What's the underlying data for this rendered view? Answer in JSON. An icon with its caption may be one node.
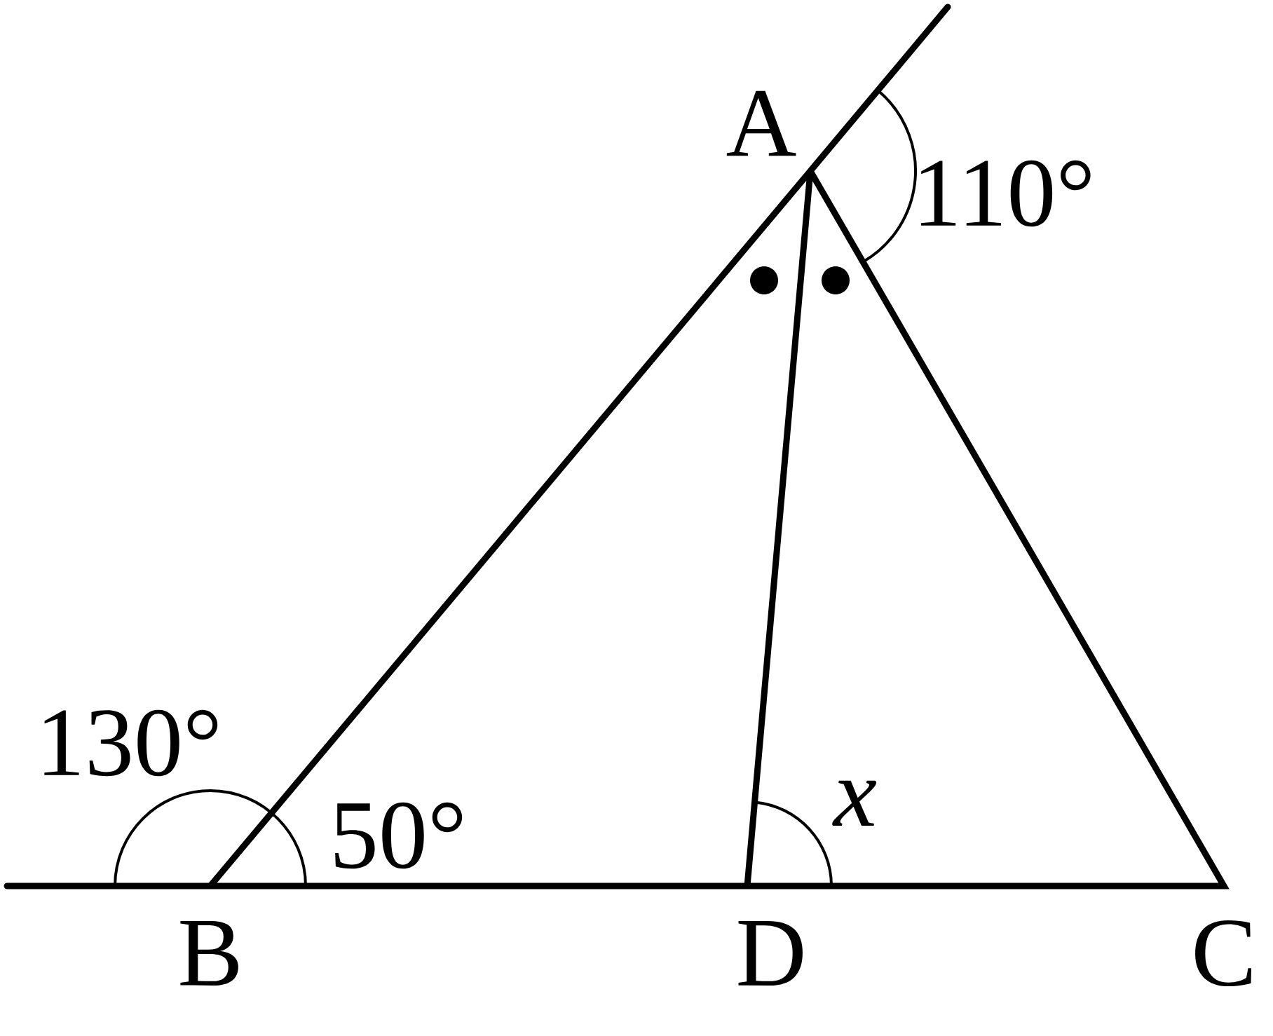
{
  "diagram": {
    "labels": [
      "A",
      "110°",
      "130°",
      "50°",
      "x",
      "B",
      "D",
      "C"
    ]
  }
}
